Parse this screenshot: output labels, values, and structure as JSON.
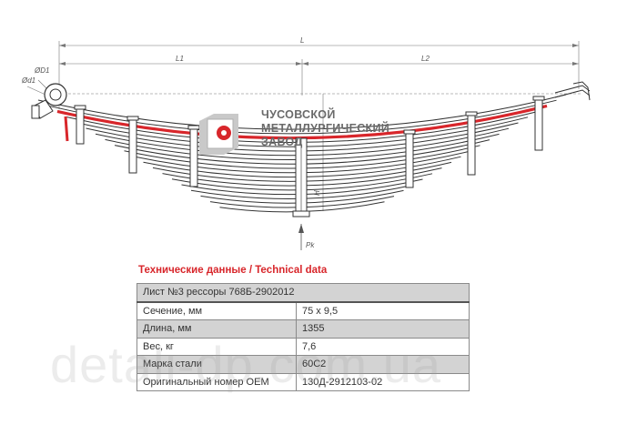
{
  "drawing": {
    "dim_total": "L",
    "dim_left": "L1",
    "dim_right": "L2",
    "dim_eye_outer": "ØD1",
    "dim_eye_inner": "Ød1",
    "dim_height": "H",
    "load_label": "Pk"
  },
  "logo": {
    "line1": "ЧУСОВСКОЙ",
    "line2": "МЕТАЛЛУРГИЧЕСКИЙ",
    "line3": "ЗАВОД",
    "colors": {
      "red": "#d8262b",
      "gray": "#9a9a9a"
    }
  },
  "spec": {
    "title": "Технические данные / Technical data",
    "header": "Лист №3 рессоры 768Б-2902012",
    "rows": [
      {
        "label": "Сечение, мм",
        "value": "75 х 9,5"
      },
      {
        "label": "Длина, мм",
        "value": "1355"
      },
      {
        "label": "Вес, кг",
        "value": "7,6"
      },
      {
        "label": "Марка стали",
        "value": "60С2"
      },
      {
        "label": "Оригинальный номер ОЕМ",
        "value": "130Д-2912103-02"
      }
    ]
  },
  "watermark": "detali-dp.com.ua",
  "colors": {
    "highlight_leaf": "#d8262b",
    "table_gray": "#d3d3d3",
    "title_red": "#d8262b"
  }
}
